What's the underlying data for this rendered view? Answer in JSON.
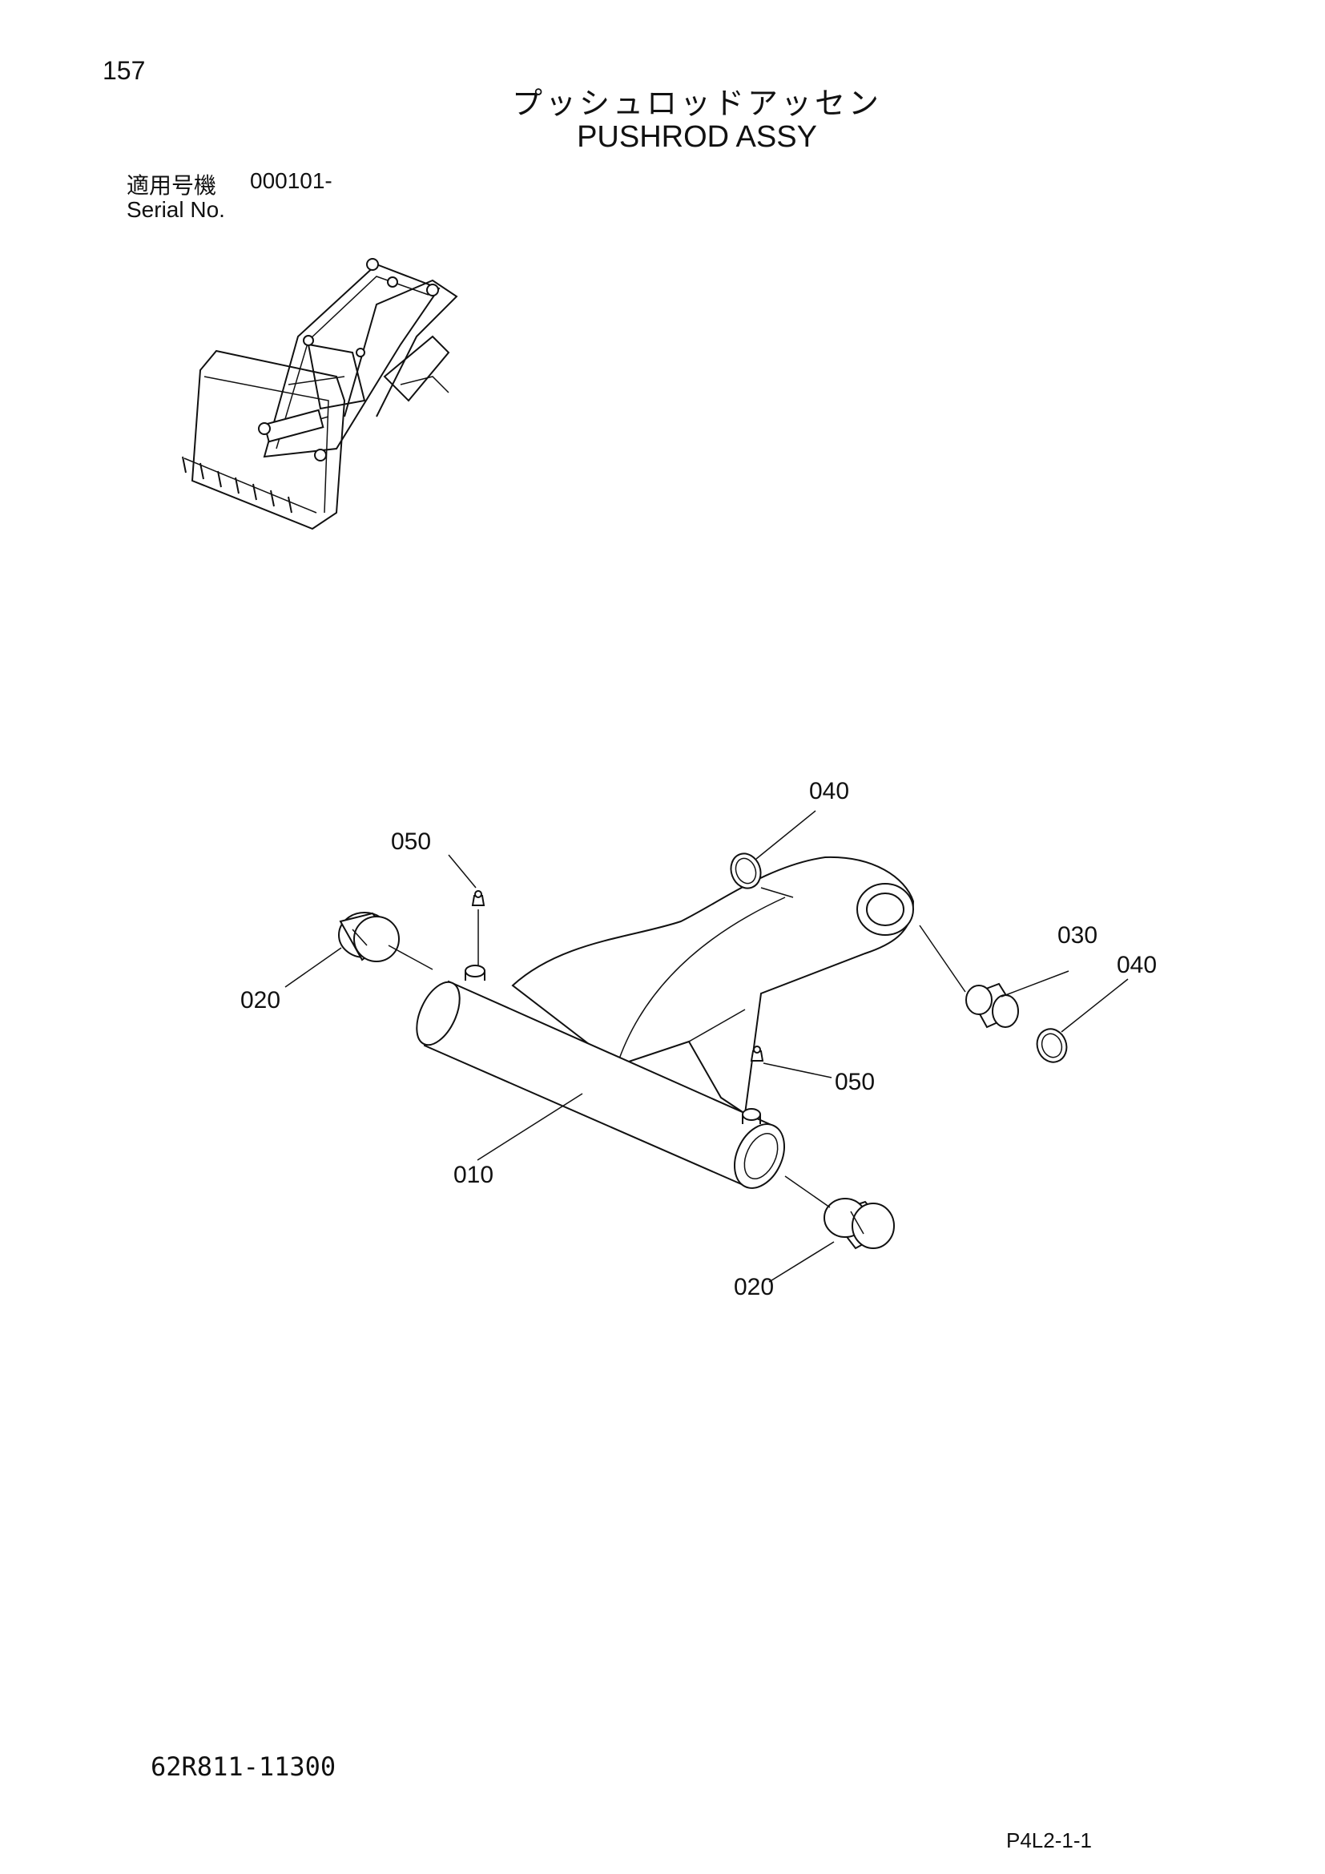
{
  "header": {
    "page_number": "157",
    "title_jp": "プッシュロッドアッセン",
    "title_en": "PUSHROD ASSY"
  },
  "serial": {
    "label_jp": "適用号機",
    "value": "000101-",
    "label_en": "Serial No."
  },
  "callouts": {
    "c010": "010",
    "c020_left": "020",
    "c020_bottom": "020",
    "c030": "030",
    "c040_top": "040",
    "c040_right": "040",
    "c050_top": "050",
    "c050_right": "050"
  },
  "footer": {
    "part_number": "62R811-11300",
    "page_code": "P4L2-1-1"
  }
}
